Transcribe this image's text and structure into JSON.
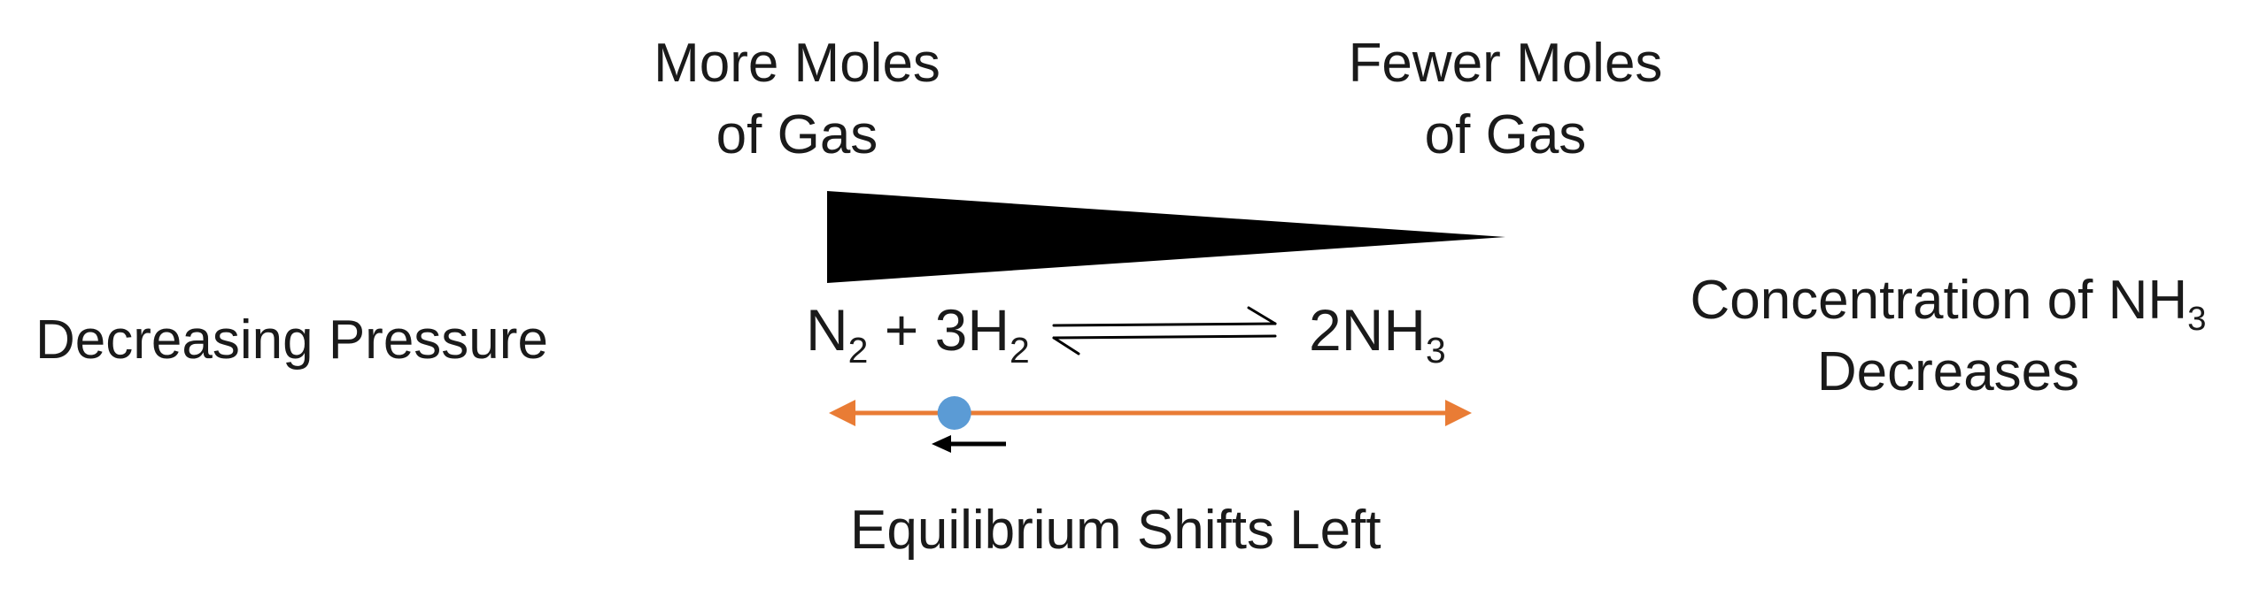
{
  "labels": {
    "more_moles_line1": "More Moles",
    "more_moles_line2": "of Gas",
    "fewer_moles_line1": "Fewer Moles",
    "fewer_moles_line2": "of Gas",
    "decreasing_pressure": "Decreasing Pressure",
    "concentration_line1_prefix": "Concentration of NH",
    "concentration_line1_sub": "3",
    "concentration_line2": "Decreases",
    "shift": "Equilibrium Shifts Left"
  },
  "equation": {
    "reactant1": "N",
    "reactant1_sub": "2",
    "plus": " + 3H",
    "reactant2_sub": "2",
    "product": "2NH",
    "product_sub": "3"
  },
  "colors": {
    "wedge": "#000000",
    "scale_line": "#e97c35",
    "marker": "#5b9bd5",
    "shift_arrow": "#000000",
    "text": "#1a1a1a"
  },
  "icons": {
    "equilibrium_arrows": "equilibrium-arrows-icon",
    "shift_arrow": "left-arrow-icon",
    "marker": "equilibrium-position-dot"
  },
  "marker_position": 0.19
}
